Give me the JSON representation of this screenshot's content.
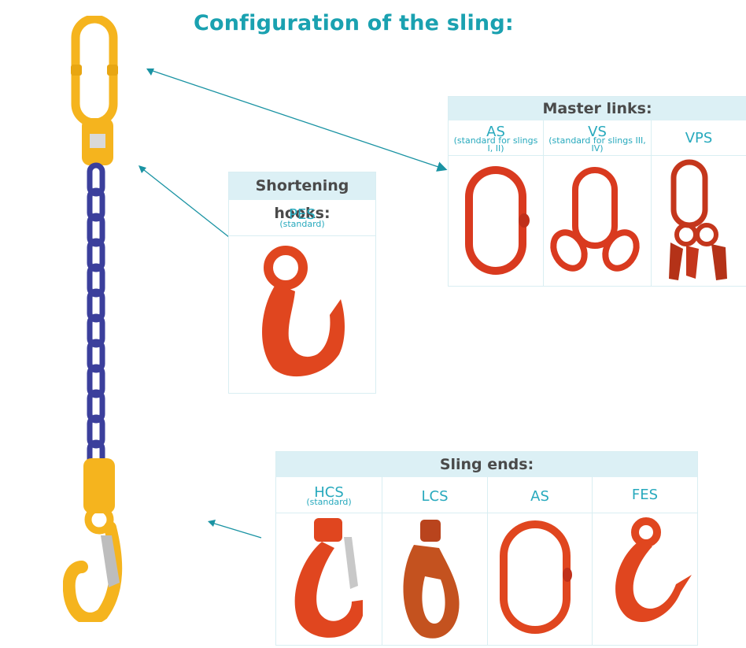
{
  "title": "Configuration of the sling:",
  "master_links": {
    "header": "Master links:",
    "items": [
      {
        "label": "AS",
        "sub": "(standard for slings I, II)"
      },
      {
        "label": "VS",
        "sub": "(standard for slings III, IV)"
      },
      {
        "label": "VPS",
        "sub": ""
      }
    ]
  },
  "shortening_hooks": {
    "header": "Shortening hooks:",
    "items": [
      {
        "label": "PES",
        "sub": "(standard)"
      }
    ]
  },
  "sling_ends": {
    "header": "Sling ends:",
    "items": [
      {
        "label": "HCS",
        "sub": "(standard)"
      },
      {
        "label": "LCS",
        "sub": ""
      },
      {
        "label": "AS",
        "sub": ""
      },
      {
        "label": "FES",
        "sub": ""
      }
    ]
  },
  "colors": {
    "accent": "#1aa1b0",
    "header_bg": "#dcf0f5",
    "part_red": "#d93a1f",
    "part_yellow": "#f5b41e",
    "chain_blue": "#3b3f9c"
  }
}
